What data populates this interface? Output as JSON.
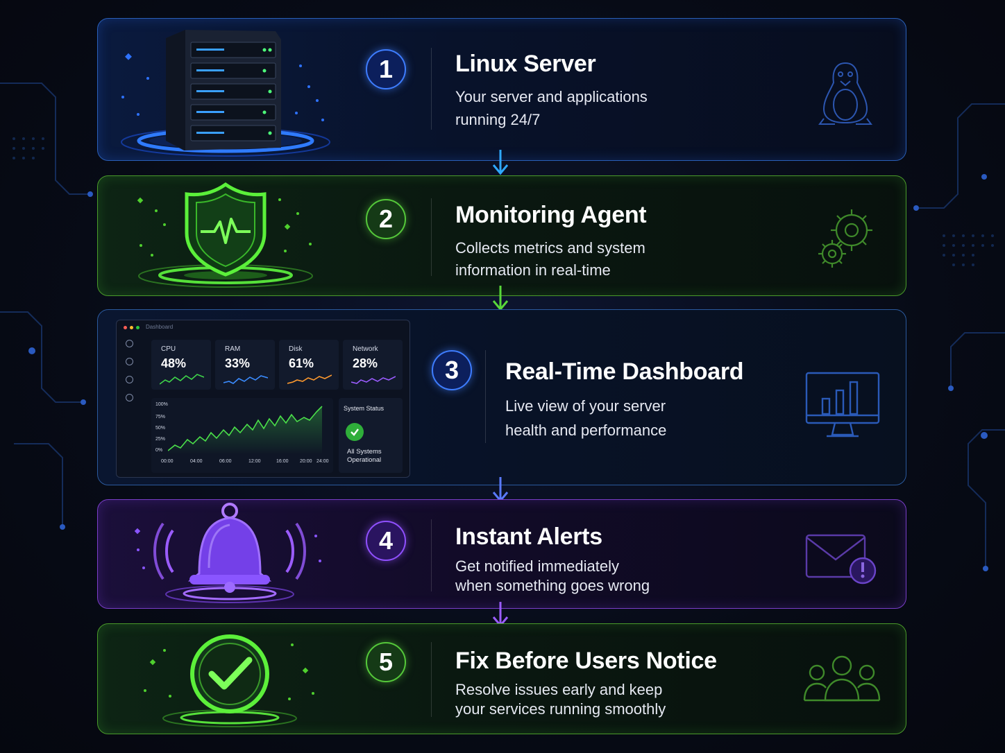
{
  "steps": [
    {
      "number": "1",
      "title": "Linux Server",
      "desc_line1": "Your server and applications",
      "desc_line2": "running 24/7",
      "illustration": "server-rack-icon",
      "side_icon": "linux-penguin-icon",
      "color": "#3e7dff"
    },
    {
      "number": "2",
      "title": "Monitoring Agent",
      "desc_line1": "Collects metrics and system",
      "desc_line2": "information in real-time",
      "illustration": "shield-heartbeat-icon",
      "side_icon": "gears-icon",
      "color": "#55c83a"
    },
    {
      "number": "3",
      "title": "Real-Time Dashboard",
      "desc_line1": "Live view of your server",
      "desc_line2": "health and performance",
      "illustration": "dashboard-mockup",
      "side_icon": "monitor-chart-icon",
      "color": "#3e7dff"
    },
    {
      "number": "4",
      "title": "Instant Alerts",
      "desc_line1": "Get notified immediately",
      "desc_line2": "when something goes wrong",
      "illustration": "bell-icon",
      "side_icon": "mail-alert-icon",
      "color": "#9050ff"
    },
    {
      "number": "5",
      "title": "Fix Before Users Notice",
      "desc_line1": "Resolve issues early and keep",
      "desc_line2": "your services running smoothly",
      "illustration": "checkmark-circle-icon",
      "side_icon": "users-group-icon",
      "color": "#55c83a"
    }
  ],
  "dashboard": {
    "window_title": "Dashboard",
    "metrics": [
      {
        "label": "CPU",
        "value": "48%",
        "color": "#3fd44a"
      },
      {
        "label": "RAM",
        "value": "33%",
        "color": "#3b8cff"
      },
      {
        "label": "Disk",
        "value": "61%",
        "color": "#ff9a2e"
      },
      {
        "label": "Network",
        "value": "28%",
        "color": "#9b5cff"
      }
    ],
    "y_ticks": [
      "100%",
      "75%",
      "50%",
      "25%",
      "0%"
    ],
    "x_ticks": [
      "00:00",
      "04:00",
      "06:00",
      "12:00",
      "16:00",
      "20:00",
      "24:00"
    ],
    "status_title": "System Status",
    "status_line1": "All Systems",
    "status_line2": "Operational"
  }
}
